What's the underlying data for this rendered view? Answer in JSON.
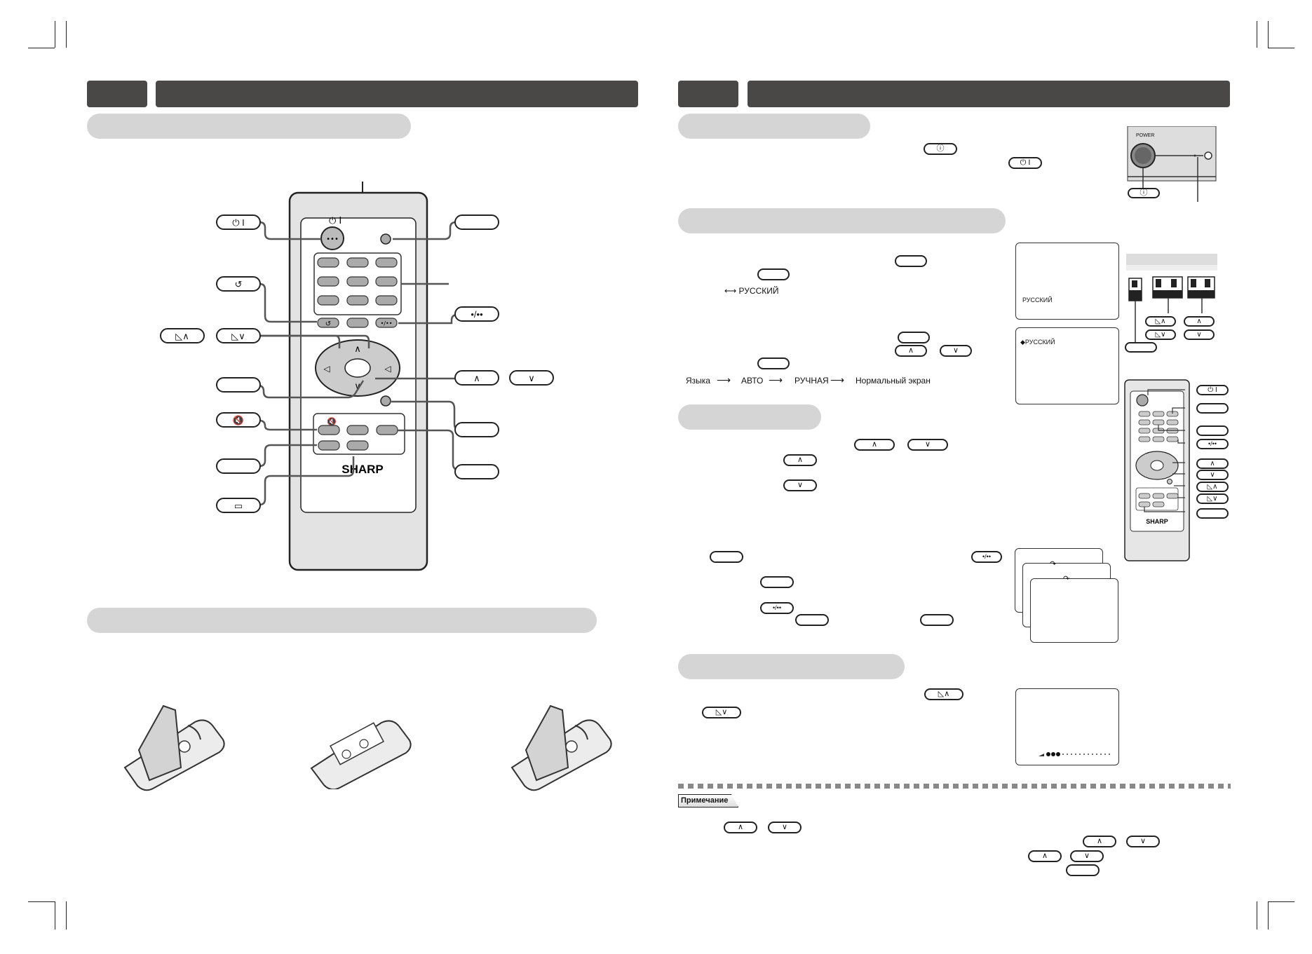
{
  "brand": "SHARP",
  "language": {
    "option": "РУССКИЙ",
    "option_selected": "◆РУССКИЙ",
    "arrow_option": "⟷ РУССКИЙ"
  },
  "menu_flow": [
    "Языка",
    "АВТО",
    "РУЧНАЯ",
    "Нормальный экран"
  ],
  "note_label": "Примечание",
  "panel": {
    "power_label": "POWER"
  },
  "icons": {
    "power": "⏻ I",
    "recall": "↺",
    "mute": "🔇",
    "up": "∧",
    "down": "∨",
    "vol_up": "◺∧",
    "vol_down": "◺∨",
    "digit": "•/••",
    "screen": "▭"
  }
}
